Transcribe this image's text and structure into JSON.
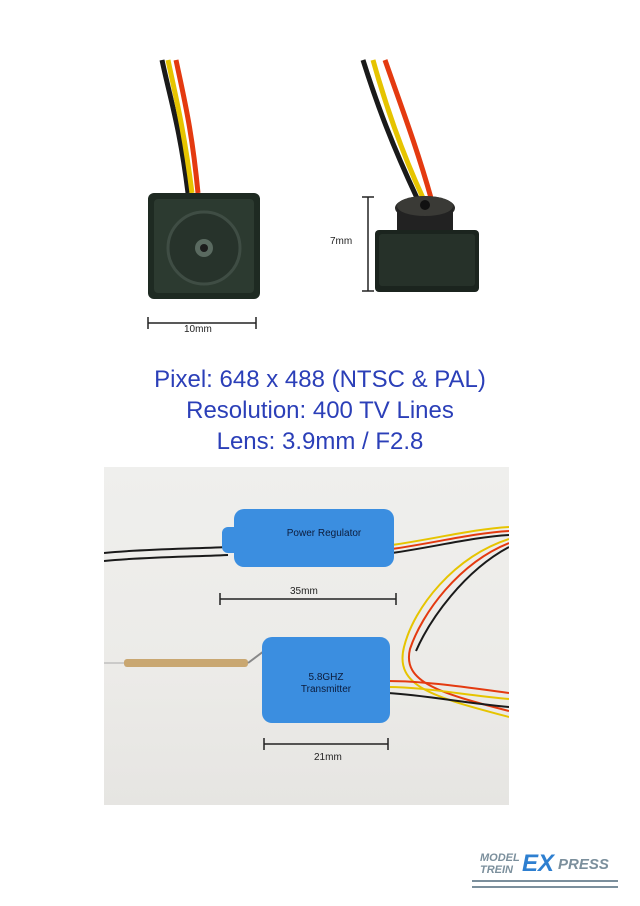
{
  "camera": {
    "width_label": "10mm",
    "height_label": "7mm"
  },
  "specs": {
    "line1": "Pixel: 648 x 488 (NTSC & PAL)",
    "line2": "Resolution: 400 TV Lines",
    "line3": "Lens: 3.9mm / F2.8"
  },
  "modules": {
    "regulator_label": "Power Regulator",
    "regulator_length": "35mm",
    "transmitter_label_1": "5.8GHZ",
    "transmitter_label_2": "Transmitter",
    "transmitter_length": "21mm"
  },
  "logo": {
    "line1": "MODEL",
    "line2": "TREIN",
    "ex": "EX",
    "press": "PRESS"
  },
  "colors": {
    "spec_text": "#2b3fb8",
    "module_blue": "#3b8ee0",
    "logo_blue": "#2e7fd0"
  }
}
